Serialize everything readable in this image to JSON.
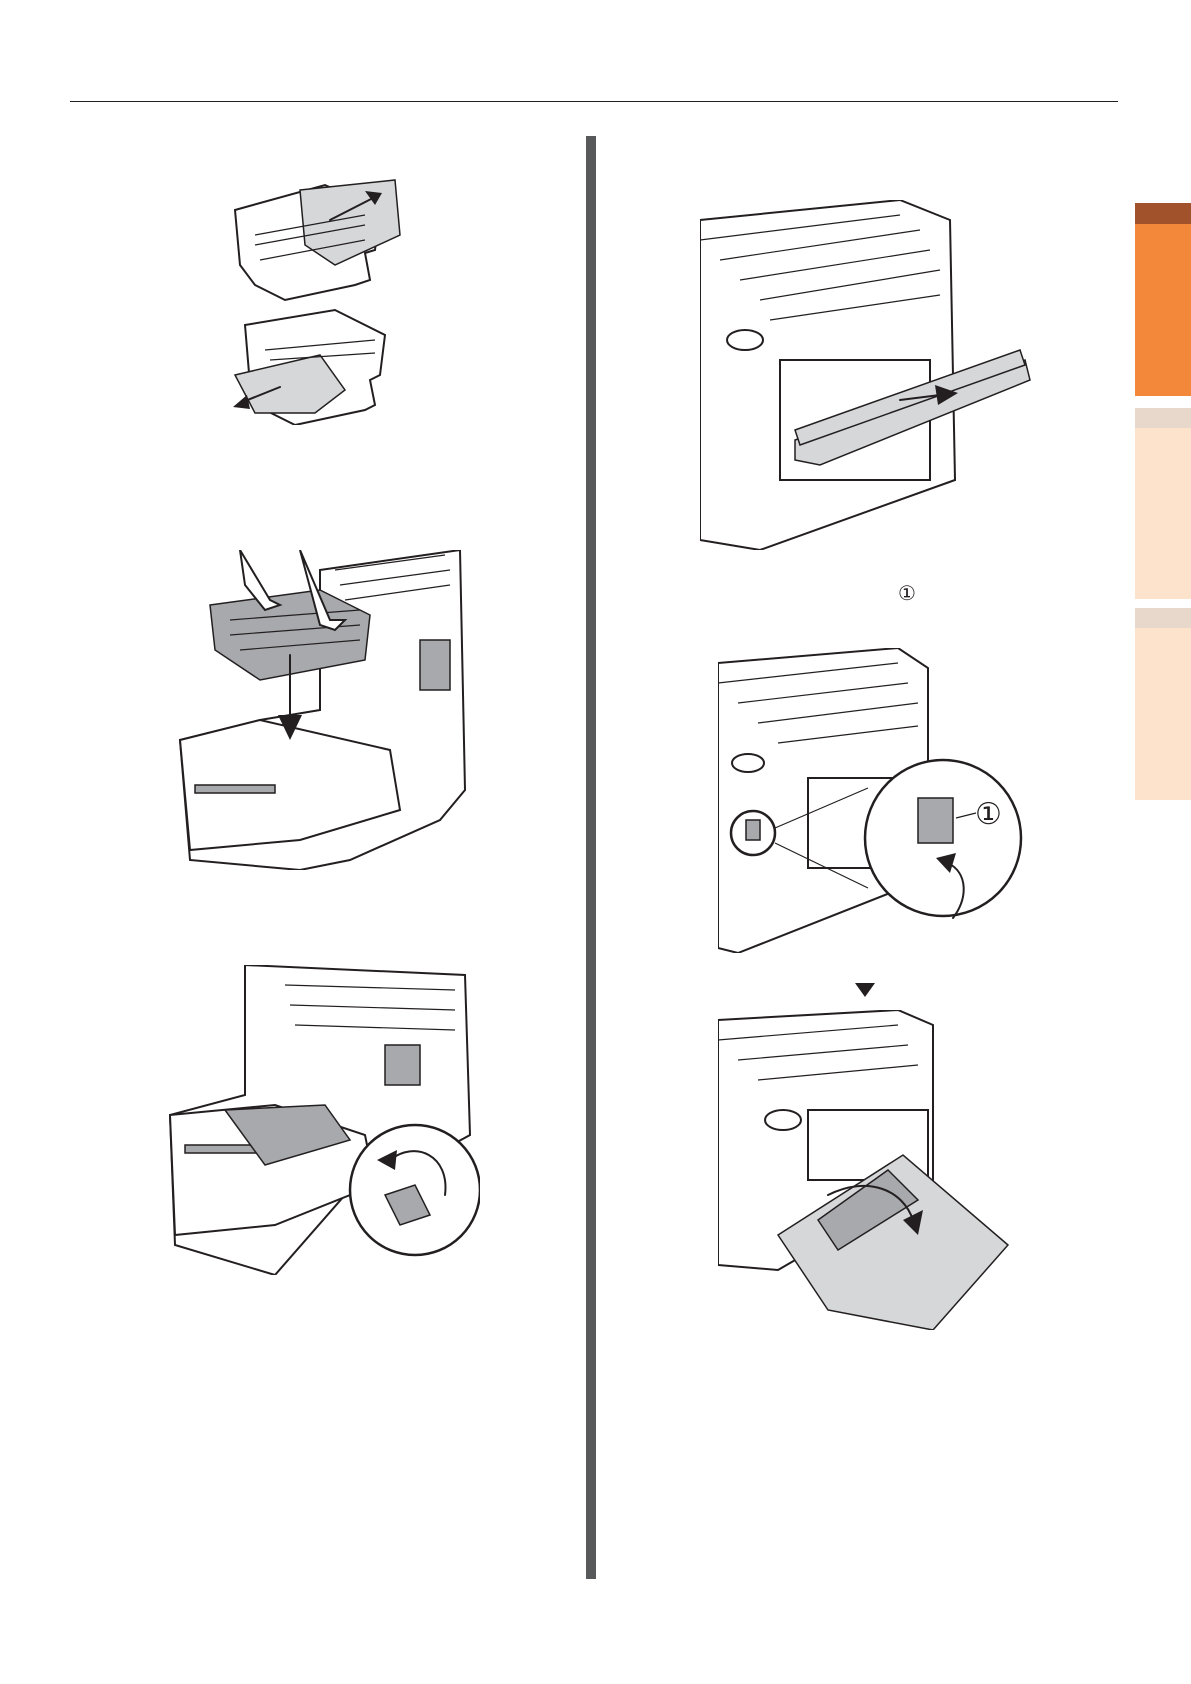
{
  "callouts": {
    "step_marker": "①",
    "figure_callout": "①"
  },
  "side_tabs": [
    {
      "name": "chapter-1",
      "state": "active",
      "color": "#f4883a"
    },
    {
      "name": "chapter-2",
      "state": "inactive",
      "color": "#fde3cc"
    },
    {
      "name": "chapter-3",
      "state": "inactive",
      "color": "#fde3cc"
    }
  ],
  "figures": [
    {
      "id": "fuser-paper-insert",
      "description_icon": "fuser-unit-illustration"
    },
    {
      "id": "fuser-install",
      "description_icon": "fuser-install-illustration"
    },
    {
      "id": "fuser-lock-lever",
      "description_icon": "lever-illustration"
    },
    {
      "id": "mp-tray-paper-remove",
      "description_icon": "mp-tray-illustration"
    },
    {
      "id": "side-cover-lever",
      "description_icon": "side-lever-illustration"
    },
    {
      "id": "side-cover-open",
      "description_icon": "side-cover-illustration"
    }
  ]
}
